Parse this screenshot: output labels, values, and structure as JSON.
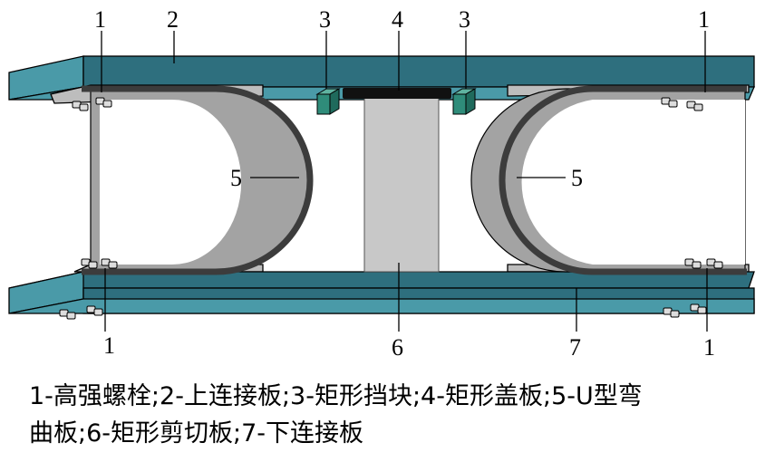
{
  "labels": {
    "bolt": "1",
    "upper_plate": "2",
    "block": "3",
    "cover": "4",
    "u_plate": "5",
    "shear_plate": "6",
    "lower_plate": "7"
  },
  "caption": {
    "line1": "1-高强螺栓;2-上连接板;3-矩形挡块;4-矩形盖板;5-U型弯",
    "line2": "曲板;6-矩形剪切板;7-下连接板"
  },
  "colors": {
    "plate_top": "#2e6f7e",
    "plate_side": "#4a9aa8",
    "u_gray": "#a3a3a3",
    "u_dark": "#3c3c3c",
    "shear": "#c8c8c8",
    "block": "#2f8c7a",
    "cover": "#111111",
    "bolt": "#dddddd"
  }
}
